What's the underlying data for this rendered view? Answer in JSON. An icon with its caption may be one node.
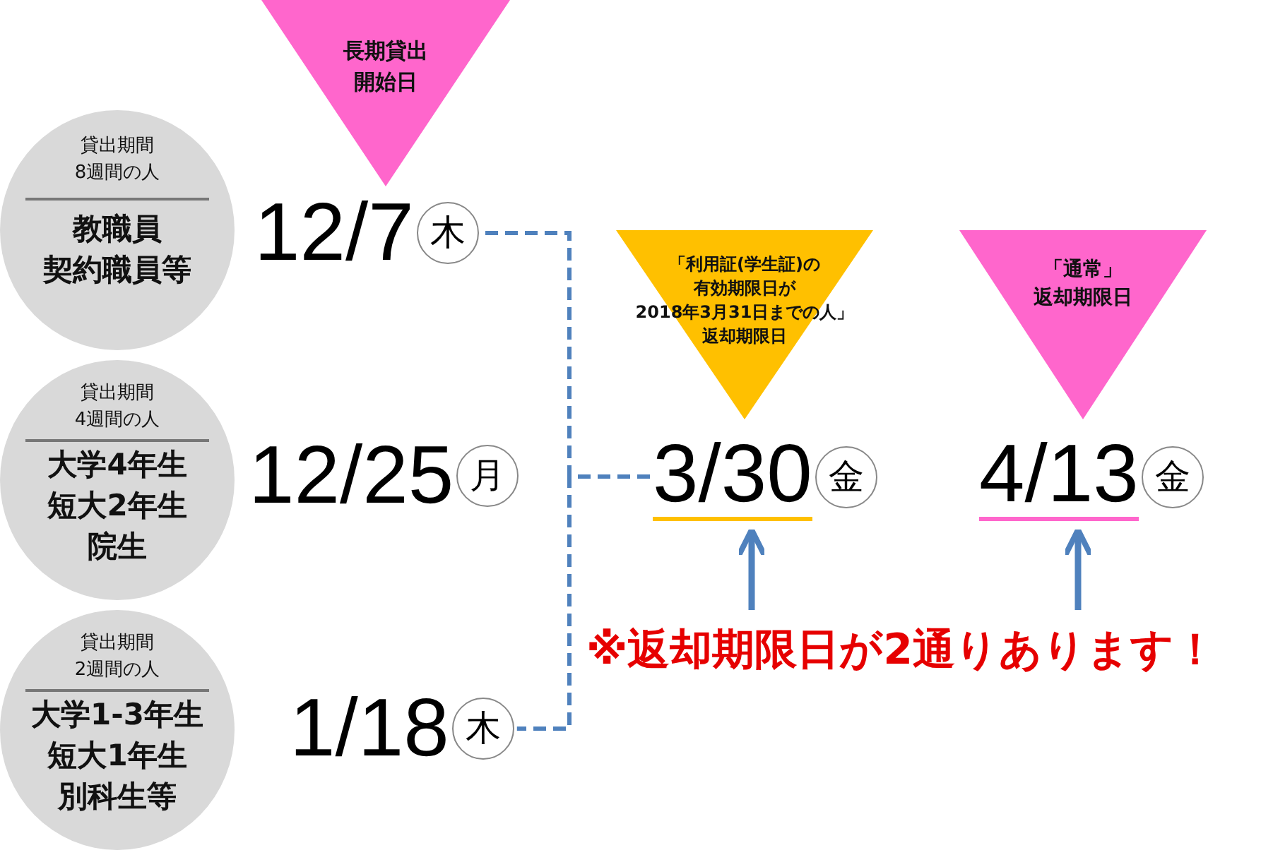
{
  "diagram": {
    "nodes": [
      {
        "text": [
          "貸出期間8週間の人",
          "教職員契約職員等"
        ]
      },
      {
        "text": [
          "貸出期間4週間の人",
          "大学4年生短大2年生院生"
        ]
      },
      {
        "text": [
          "貸出期間2週間の人",
          "大学1-3年生短大1年生別科生等"
        ]
      },
      {
        "text": [
          "長期貸出開始日"
        ]
      },
      {
        "text": [
          "12/7",
          "木"
        ]
      },
      {
        "text": [
          "12/25",
          "月"
        ]
      },
      {
        "text": [
          "1/18",
          "木"
        ]
      },
      {
        "text": [
          "「利用証(学生証)の有効期限日が2018年3月31日までの人」返却期限日"
        ]
      },
      {
        "text": [
          "「通常」返却期限日"
        ]
      },
      {
        "text": [
          "3/30",
          "金"
        ]
      },
      {
        "text": [
          "4/13",
          "金"
        ]
      },
      {
        "text": [
          "※返却期限日が2通りあります！"
        ]
      }
    ],
    "edges": [
      {
        "from": 4,
        "to": 9,
        "arrow": "none",
        "style": "dashed"
      },
      {
        "from": 6,
        "to": 9,
        "arrow": "none",
        "style": "dashed"
      },
      {
        "from": 11,
        "to": 9,
        "arrow": "to"
      },
      {
        "from": 11,
        "to": 10,
        "arrow": "to"
      }
    ]
  }
}
